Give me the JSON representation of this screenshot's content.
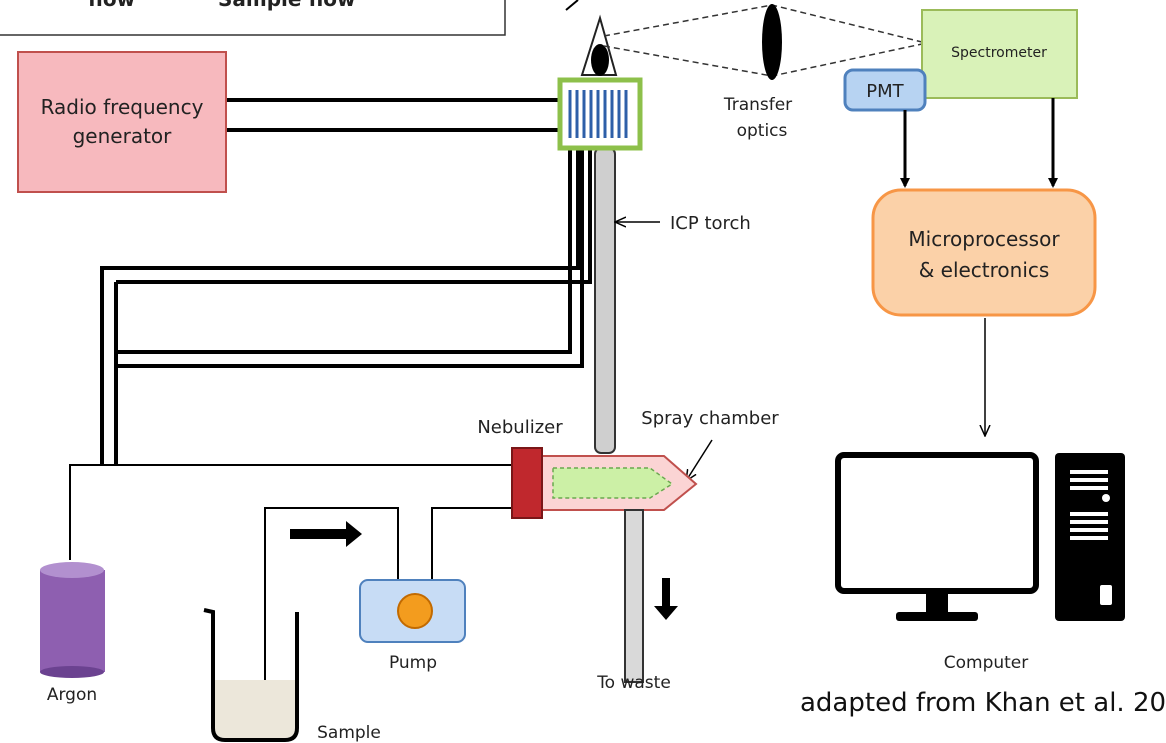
{
  "legend": {
    "left_label": "flow",
    "right_label": "Sample flow"
  },
  "labels": {
    "rf_line1": "Radio frequency",
    "rf_line2": "generator",
    "transfer_line1": "Transfer",
    "transfer_line2": "optics",
    "spectrometer": "Spectrometer",
    "pmt": "PMT",
    "icp_torch": "ICP torch",
    "micro_line1": "Microprocessor",
    "micro_line2": "& electronics",
    "nebulizer": "Nebulizer",
    "spray_chamber": "Spray chamber",
    "argon": "Argon",
    "pump": "Pump",
    "to_waste": "To waste",
    "sample": "Sample",
    "computer": "Computer"
  },
  "citation": "adapted from Khan et al. 20",
  "colors": {
    "rf_fill": "#f7b9be",
    "rf_border": "#c0504d",
    "spectrometer_fill": "#d9f2b8",
    "spectrometer_border": "#9bbb59",
    "pmt_fill": "#b7d3f2",
    "pmt_border": "#4f81bd",
    "micro_fill": "#fbd1a8",
    "micro_border": "#f79646",
    "nebulizer": "#c0282d",
    "spray_fill": "#fbd4d4",
    "spray_inner": "#ccf0a6",
    "argon": "#8e5fb0",
    "pump_fill": "#c7dcf5",
    "pump_ball": "#f39c1e",
    "torch": "#cfcfcf",
    "coil_frame": "#8dc04a",
    "coil_bars": "#2e5fa8"
  },
  "icons": [
    "arrow-right-icon",
    "arrow-down-icon",
    "monitor-icon",
    "tower-icon"
  ]
}
